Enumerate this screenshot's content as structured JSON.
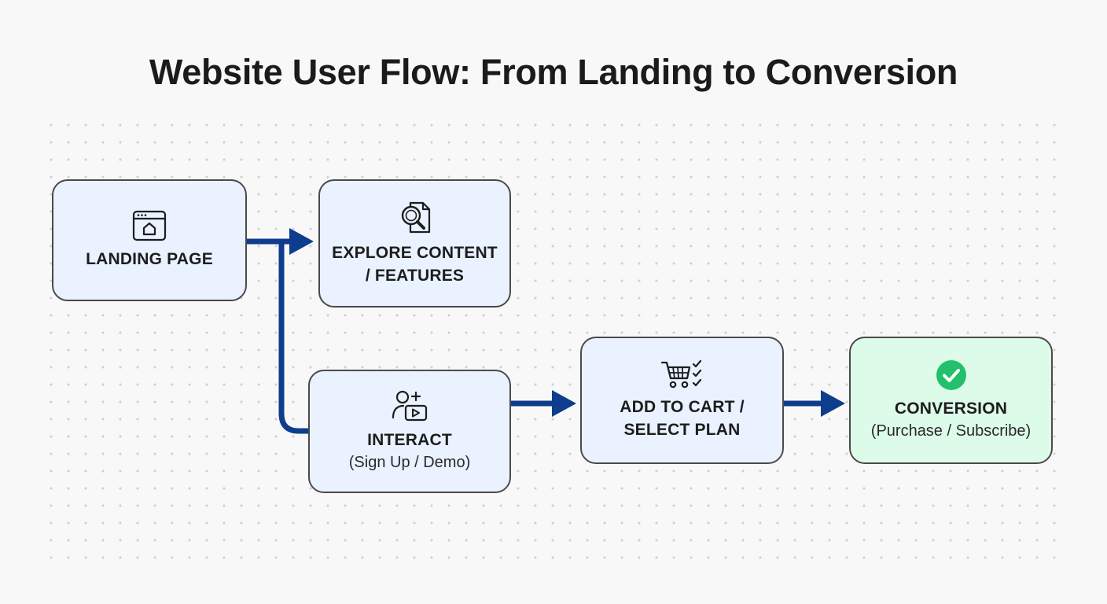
{
  "title": "Website User Flow: From Landing to Conversion",
  "colors": {
    "background": "#f8f8f8",
    "node_fill": "#e9f2fe",
    "node_fill_success": "#dcfbe8",
    "node_border": "#4a4a4a",
    "connector": "#0d3d8c",
    "success_icon": "#22c06b"
  },
  "nodes": {
    "landing": {
      "label": "LANDING PAGE",
      "icon": "browser-home-icon"
    },
    "explore": {
      "label_line1": "EXPLORE CONTENT",
      "label_line2": "/ FEATURES",
      "icon": "search-document-icon"
    },
    "interact": {
      "label": "INTERACT",
      "sublabel": "(Sign Up / Demo)",
      "icon": "user-add-video-icon"
    },
    "cart": {
      "label_line1": "ADD TO CART /",
      "label_line2": "SELECT PLAN",
      "icon": "cart-checklist-icon"
    },
    "conversion": {
      "label": "CONVERSION",
      "sublabel": "(Purchase / Subscribe)",
      "icon": "check-circle-icon"
    }
  }
}
